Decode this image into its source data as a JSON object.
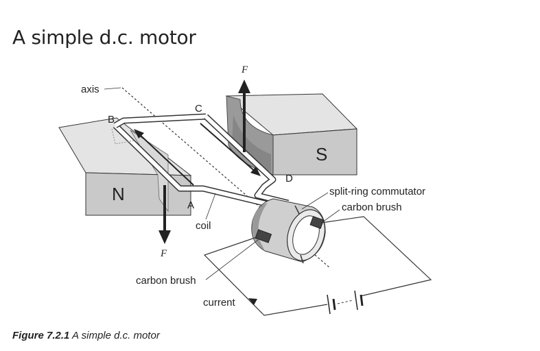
{
  "title": "A simple d.c. motor",
  "labels": {
    "axis": "axis",
    "force_top": "F",
    "force_bottom": "F",
    "corner_a": "A",
    "corner_b": "B",
    "corner_c": "C",
    "corner_d": "D",
    "coil": "coil",
    "north_pole": "N",
    "south_pole": "S",
    "commutator": "split-ring commutator",
    "brush_right": "carbon brush",
    "brush_left": "carbon brush",
    "current": "current"
  },
  "caption": {
    "number": "Figure 7.2.1",
    "text": "A simple d.c. motor"
  },
  "colors": {
    "magnet_top": "#e4e4e4",
    "magnet_front": "#c9c9c9",
    "magnet_side": "#b3b3b3",
    "ink": "#222222"
  }
}
